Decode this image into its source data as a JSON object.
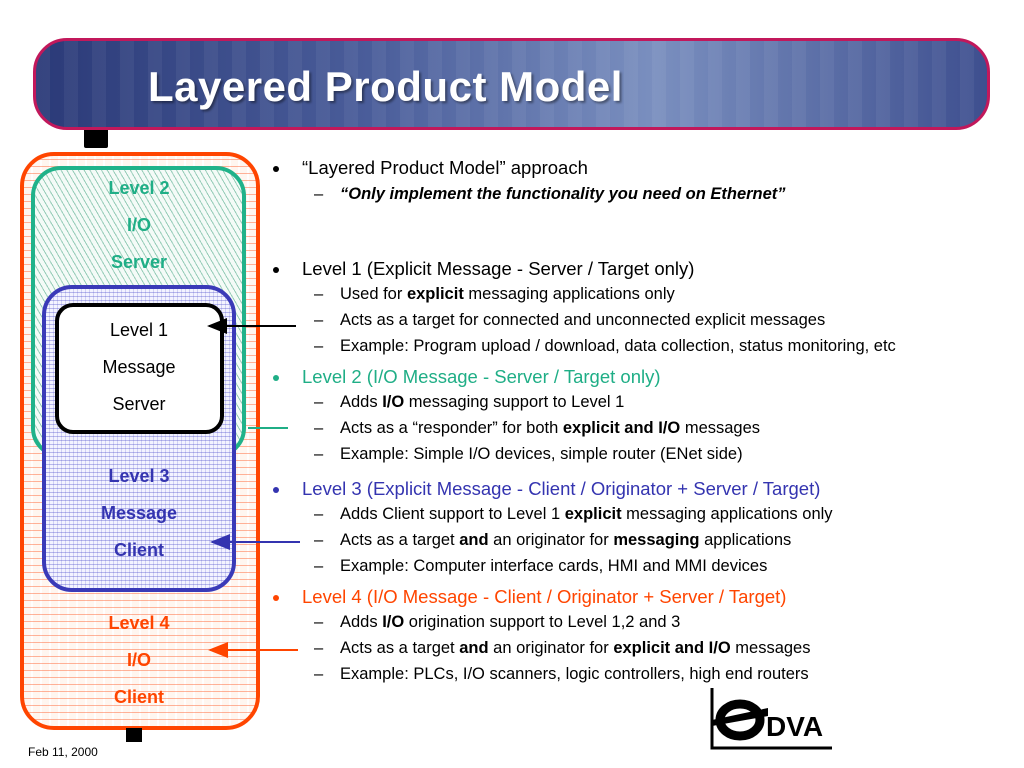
{
  "title": "Layered Product Model",
  "footer": {
    "date": "Feb 11, 2000"
  },
  "logo": {
    "text": "DVA",
    "icon": "odva-logo"
  },
  "layers": {
    "level2": [
      "Level 2",
      "I/O",
      "Server"
    ],
    "level1": [
      "Level 1",
      "Message",
      "Server"
    ],
    "level3": [
      "Level 3",
      "Message",
      "Client"
    ],
    "level4": [
      "Level 4",
      "I/O",
      "Client"
    ]
  },
  "colors": {
    "level1": "#000000",
    "level2": "#1fae86",
    "level3": "#3434b0",
    "level4": "#ff4500",
    "banner_border": "#c2185b"
  },
  "bullets": [
    {
      "text": "“Layered Product Model” approach",
      "subs": [
        [
          {
            "t": "“Only implement the functionality you need on Ethernet”",
            "s": "bi"
          }
        ]
      ]
    },
    {
      "text": "Level 1 (Explicit Message -  Server / Target only)",
      "subs": [
        [
          {
            "t": "Used for "
          },
          {
            "t": "explicit",
            "s": "b"
          },
          {
            "t": " messaging applications only"
          }
        ],
        [
          {
            "t": "Acts as a target for connected and unconnected explicit messages"
          }
        ],
        [
          {
            "t": "Example: Program upload / download, data collection, status monitoring, etc"
          }
        ]
      ]
    },
    {
      "text": "Level 2 (I/O Message - Server / Target only)",
      "subs": [
        [
          {
            "t": "Adds "
          },
          {
            "t": "I/O",
            "s": "b"
          },
          {
            "t": " messaging support to Level 1"
          }
        ],
        [
          {
            "t": "Acts as a “responder” for both "
          },
          {
            "t": "explicit and I/O",
            "s": "b"
          },
          {
            "t": " messages"
          }
        ],
        [
          {
            "t": "Example: Simple I/O devices, simple router (ENet side)"
          }
        ]
      ]
    },
    {
      "text": "Level 3 (Explicit Message - Client / Originator + Server / Target)",
      "subs": [
        [
          {
            "t": "Adds Client support to Level 1 "
          },
          {
            "t": "explicit",
            "s": "b"
          },
          {
            "t": " messaging applications only"
          }
        ],
        [
          {
            "t": "Acts as a target "
          },
          {
            "t": "and",
            "s": "b"
          },
          {
            "t": " an originator for "
          },
          {
            "t": "messaging",
            "s": "b"
          },
          {
            "t": " applications"
          }
        ],
        [
          {
            "t": "Example: Computer interface cards, HMI and MMI devices"
          }
        ]
      ]
    },
    {
      "text": "Level 4 (I/O Message - Client / Originator + Server / Target)",
      "subs": [
        [
          {
            "t": "Adds "
          },
          {
            "t": "I/O",
            "s": "b"
          },
          {
            "t": " origination support to Level 1,2 and 3"
          }
        ],
        [
          {
            "t": "Acts as a target "
          },
          {
            "t": "and",
            "s": "b"
          },
          {
            "t": " an originator for "
          },
          {
            "t": "explicit and I/O",
            "s": "b"
          },
          {
            "t": " messages"
          }
        ],
        [
          {
            "t": "Example: PLCs, I/O scanners, logic controllers, high end routers"
          }
        ]
      ]
    }
  ]
}
